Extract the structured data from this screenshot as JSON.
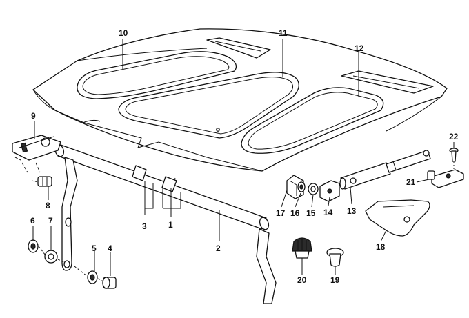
{
  "callouts": {
    "c1": "1",
    "c2": "2",
    "c3": "3",
    "c4": "4",
    "c5": "5",
    "c6": "6",
    "c7": "7",
    "c8": "8",
    "c9": "9",
    "c10": "10",
    "c11": "11",
    "c12": "12",
    "c13": "13",
    "c14": "14",
    "c15": "15",
    "c16": "16",
    "c17": "17",
    "c18": "18",
    "c19": "19",
    "c20": "20",
    "c21": "21",
    "c22": "22"
  },
  "colors": {
    "line": "#111111",
    "fill_dark": "#2b2b2b",
    "fill_grey": "#9a9a9a",
    "background": "#ffffff"
  }
}
